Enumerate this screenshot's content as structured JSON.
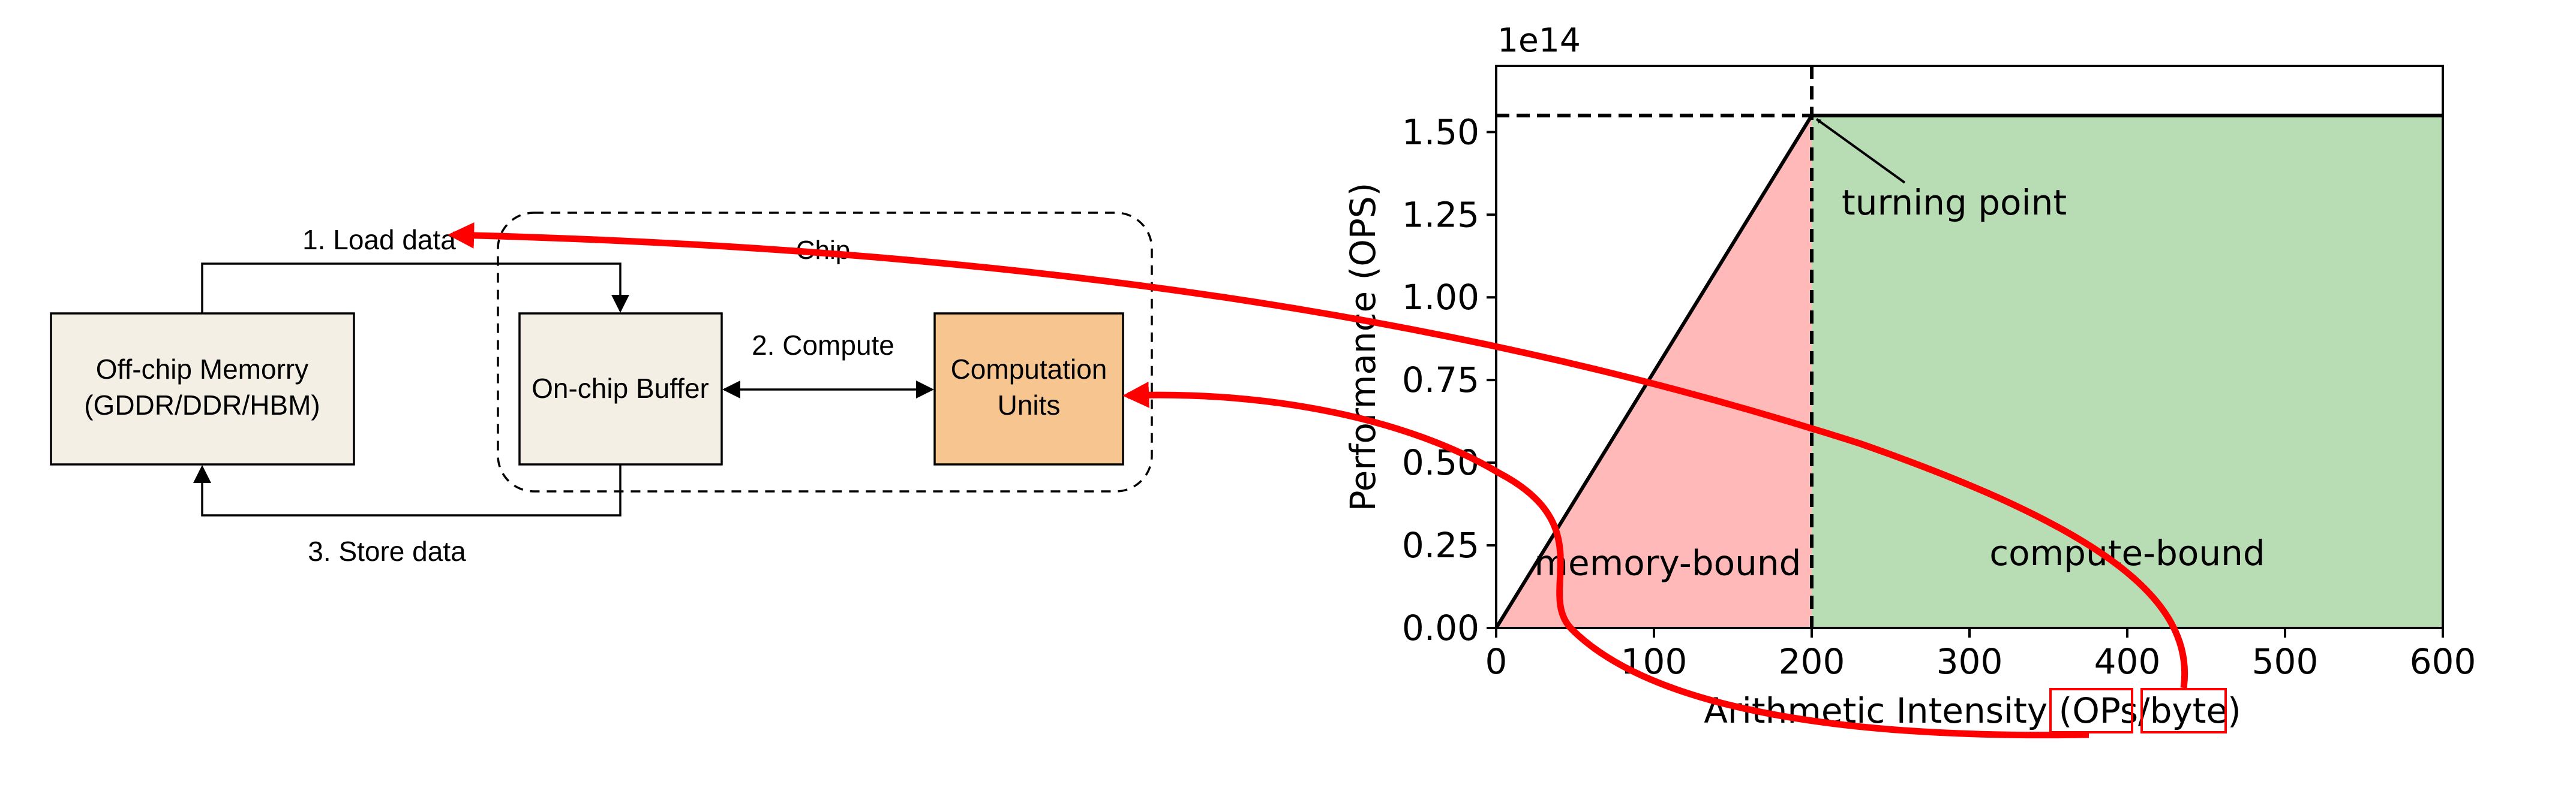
{
  "diagram": {
    "off_chip_memory": {
      "line1": "Off-chip Memorry",
      "line2": "(GDDR/DDR/HBM)"
    },
    "on_chip_buffer": "On-chip Buffer",
    "computation_units": {
      "line1": "Computation",
      "line2": "Units"
    },
    "chip_label": "Chip",
    "step_load": "1. Load data",
    "step_compute": "2. Compute",
    "step_store": "3. Store data",
    "colors": {
      "memory_box": "#f3efe4",
      "compute_box": "#f7c690",
      "annotation": "#ff0000"
    }
  },
  "chart_data": {
    "type": "area",
    "title": "",
    "xlabel": "Arithmetic Intensity (OPs/byte)",
    "ylabel": "Performance (OPS)",
    "scale_label": "1e14",
    "xlim": [
      0,
      600
    ],
    "ylim": [
      0,
      1.7
    ],
    "x_ticks": [
      0,
      100,
      200,
      300,
      400,
      500,
      600
    ],
    "y_ticks": [
      "0.00",
      "0.25",
      "0.50",
      "0.75",
      "1.00",
      "1.25",
      "1.50"
    ],
    "series": [
      {
        "x": [
          0,
          200,
          600
        ],
        "y": [
          0,
          1.55,
          1.55
        ]
      }
    ],
    "turning_point": {
      "x": 200,
      "y": 1.55
    },
    "regions": [
      {
        "label": "memory-bound",
        "x_range": [
          0,
          200
        ],
        "color": "#ffb9b9"
      },
      {
        "label": "compute-bound",
        "x_range": [
          200,
          600
        ],
        "color": "#b8ddb4"
      }
    ],
    "annotations": [
      {
        "text": "turning point"
      }
    ],
    "grid": false
  }
}
